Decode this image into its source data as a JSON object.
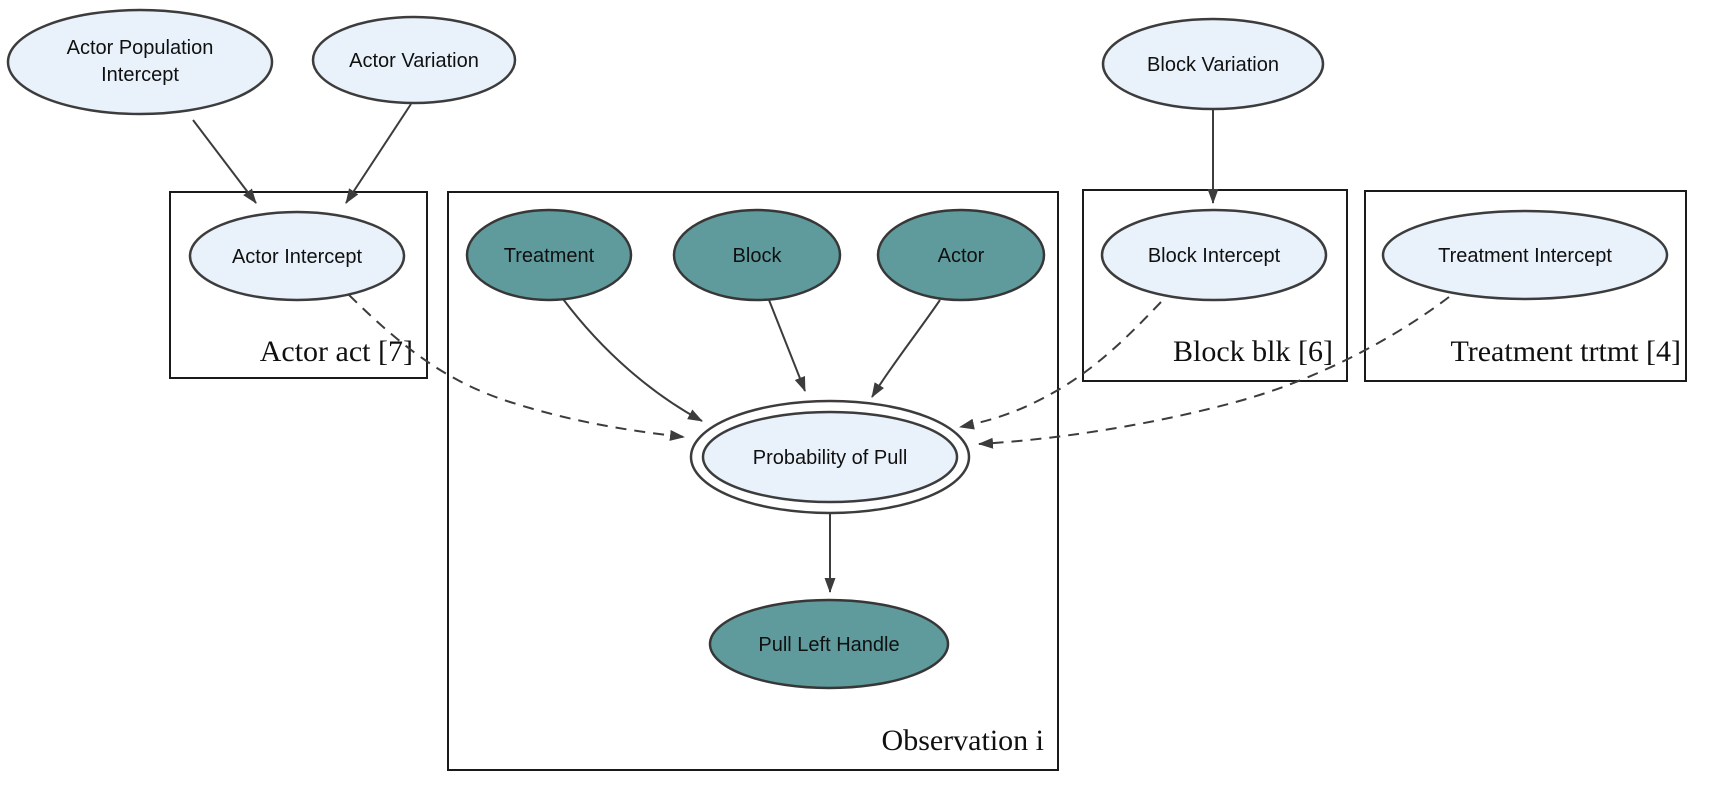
{
  "diagram": {
    "type": "graphical-model-plate-diagram",
    "background_color": "#ffffff",
    "colors": {
      "latent_node_fill": "#e9f2fb",
      "observed_node_fill": "#5f9b9d",
      "node_stroke": "#3c3c3c",
      "plate_stroke": "#1a1a1a",
      "edge_color": "#3c3c3c",
      "text_color": "#101010"
    },
    "nodes": {
      "actor_population_intercept": {
        "lines": [
          "Actor Population",
          "Intercept"
        ],
        "shape": "ellipse",
        "fill": "light"
      },
      "actor_variation": {
        "label": "Actor Variation",
        "shape": "ellipse",
        "fill": "light"
      },
      "block_variation": {
        "label": "Block Variation",
        "shape": "ellipse",
        "fill": "light"
      },
      "actor_intercept": {
        "label": "Actor Intercept",
        "shape": "ellipse",
        "fill": "light"
      },
      "treatment": {
        "label": "Treatment",
        "shape": "ellipse",
        "fill": "teal"
      },
      "block": {
        "label": "Block",
        "shape": "ellipse",
        "fill": "teal"
      },
      "actor": {
        "label": "Actor",
        "shape": "ellipse",
        "fill": "teal"
      },
      "block_intercept": {
        "label": "Block Intercept",
        "shape": "ellipse",
        "fill": "light"
      },
      "treatment_intercept": {
        "label": "Treatment Intercept",
        "shape": "ellipse",
        "fill": "light"
      },
      "probability_of_pull": {
        "label": "Probability of Pull",
        "shape": "double-ellipse",
        "fill": "light"
      },
      "pull_left_handle": {
        "label": "Pull Left Handle",
        "shape": "ellipse",
        "fill": "teal"
      }
    },
    "plates": {
      "actor": {
        "label": "Actor act [7]"
      },
      "observation": {
        "label": "Observation i"
      },
      "block": {
        "label": "Block blk [6]"
      },
      "treatment": {
        "label": "Treatment trtmt [4]"
      }
    },
    "edges": [
      {
        "from": "Actor Population Intercept",
        "to": "Actor Intercept",
        "style": "solid"
      },
      {
        "from": "Actor Variation",
        "to": "Actor Intercept",
        "style": "solid"
      },
      {
        "from": "Block Variation",
        "to": "Block Intercept",
        "style": "solid"
      },
      {
        "from": "Treatment",
        "to": "Probability of Pull",
        "style": "solid"
      },
      {
        "from": "Block",
        "to": "Probability of Pull",
        "style": "solid"
      },
      {
        "from": "Actor",
        "to": "Probability of Pull",
        "style": "solid"
      },
      {
        "from": "Actor Intercept",
        "to": "Probability of Pull",
        "style": "dashed"
      },
      {
        "from": "Block Intercept",
        "to": "Probability of Pull",
        "style": "dashed"
      },
      {
        "from": "Treatment Intercept",
        "to": "Probability of Pull",
        "style": "dashed"
      },
      {
        "from": "Probability of Pull",
        "to": "Pull Left Handle",
        "style": "solid"
      }
    ]
  }
}
